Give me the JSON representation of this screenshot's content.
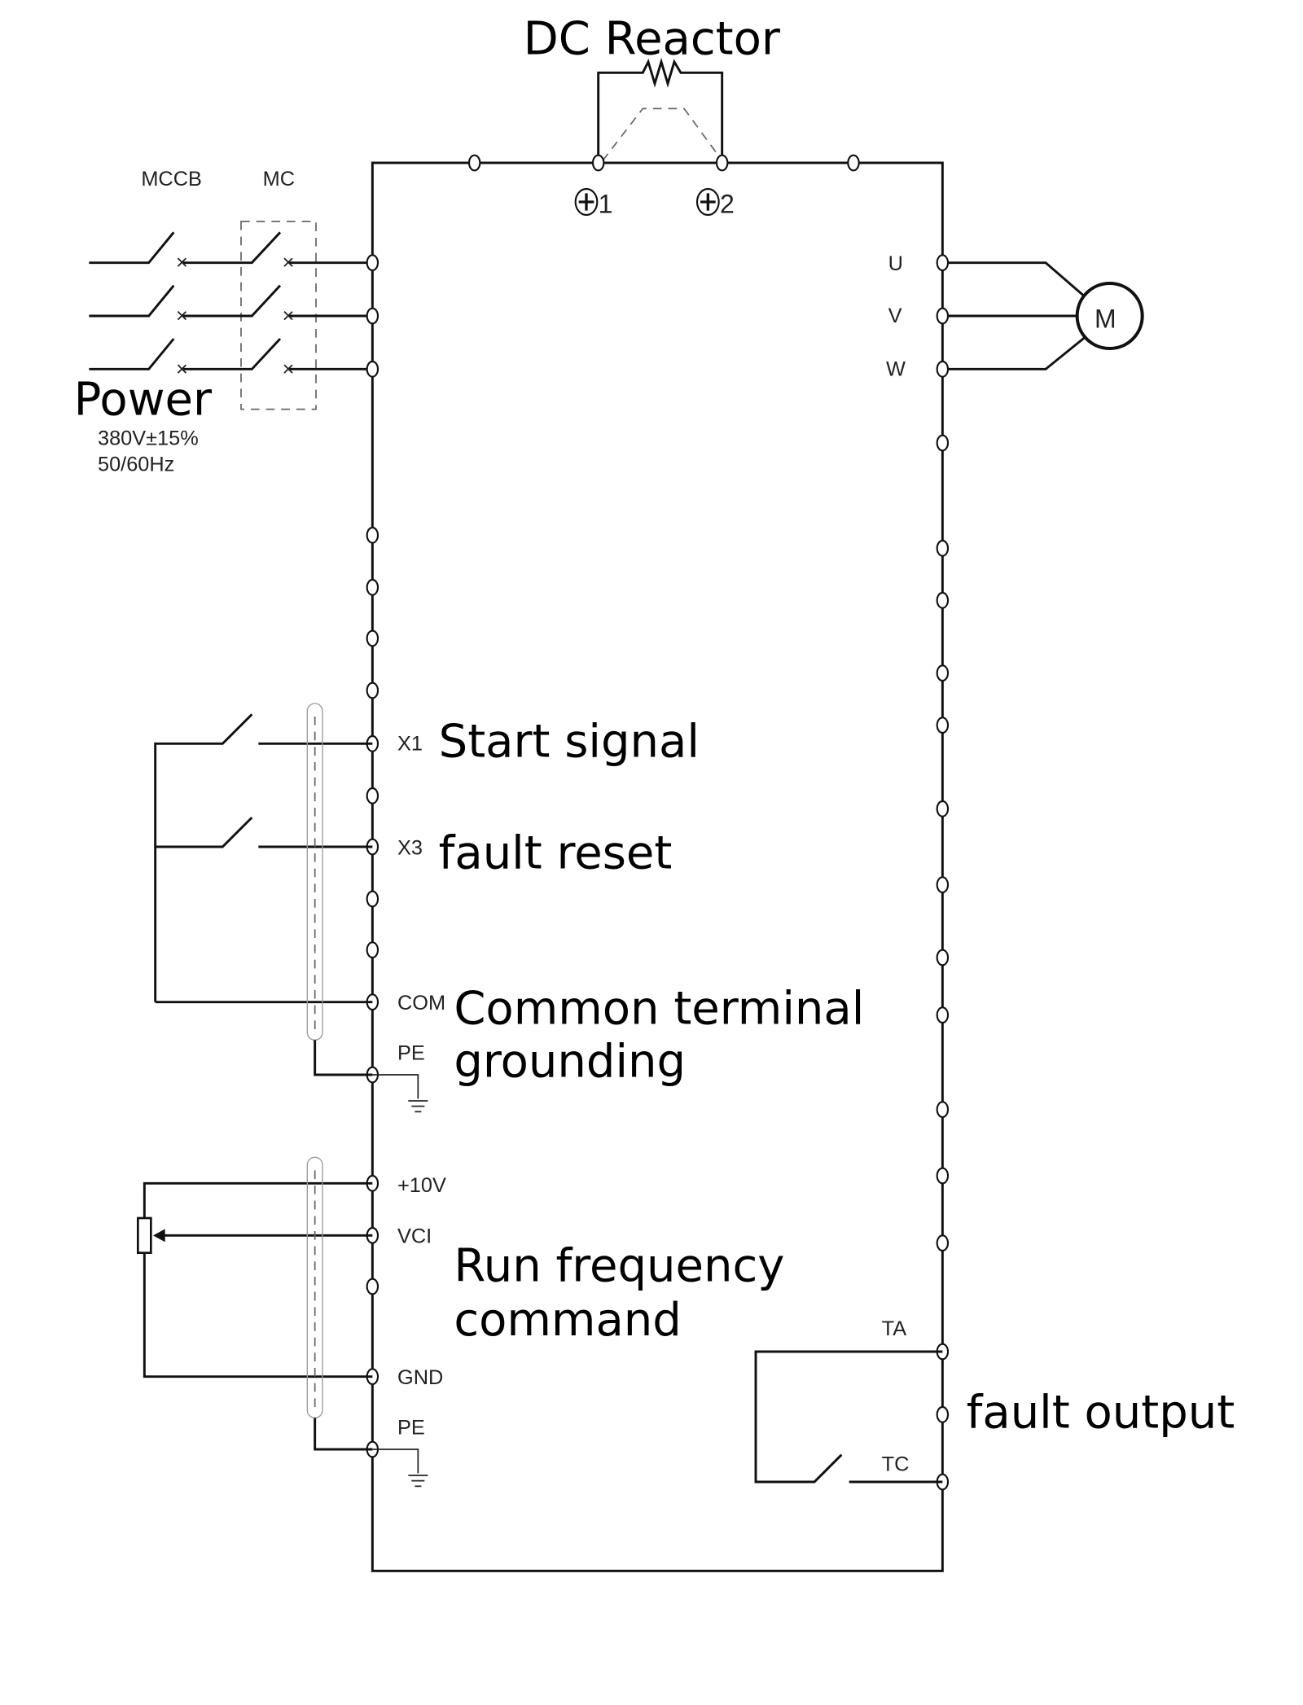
{
  "title": "DC Reactor",
  "power": {
    "label": "Power",
    "voltage": "380V±15%",
    "frequency": "50/60Hz"
  },
  "breakers": {
    "mccb": "MCCB",
    "mc": "MC"
  },
  "dc_terminals": [
    "1",
    "2"
  ],
  "motor": {
    "label": "M",
    "phases": [
      "U",
      "V",
      "W"
    ]
  },
  "control_terminals": {
    "x1": "X1",
    "x3": "X3",
    "com": "COM",
    "pe": "PE",
    "v10": "+10V",
    "vci": "VCI",
    "gnd": "GND",
    "pe2": "PE",
    "ta": "TA",
    "tc": "TC"
  },
  "annotations": {
    "start": "Start signal",
    "reset": "fault reset",
    "common1": "Common terminal",
    "common2": "grounding",
    "run1": "Run frequency",
    "run2": "command",
    "fault": "fault output"
  }
}
